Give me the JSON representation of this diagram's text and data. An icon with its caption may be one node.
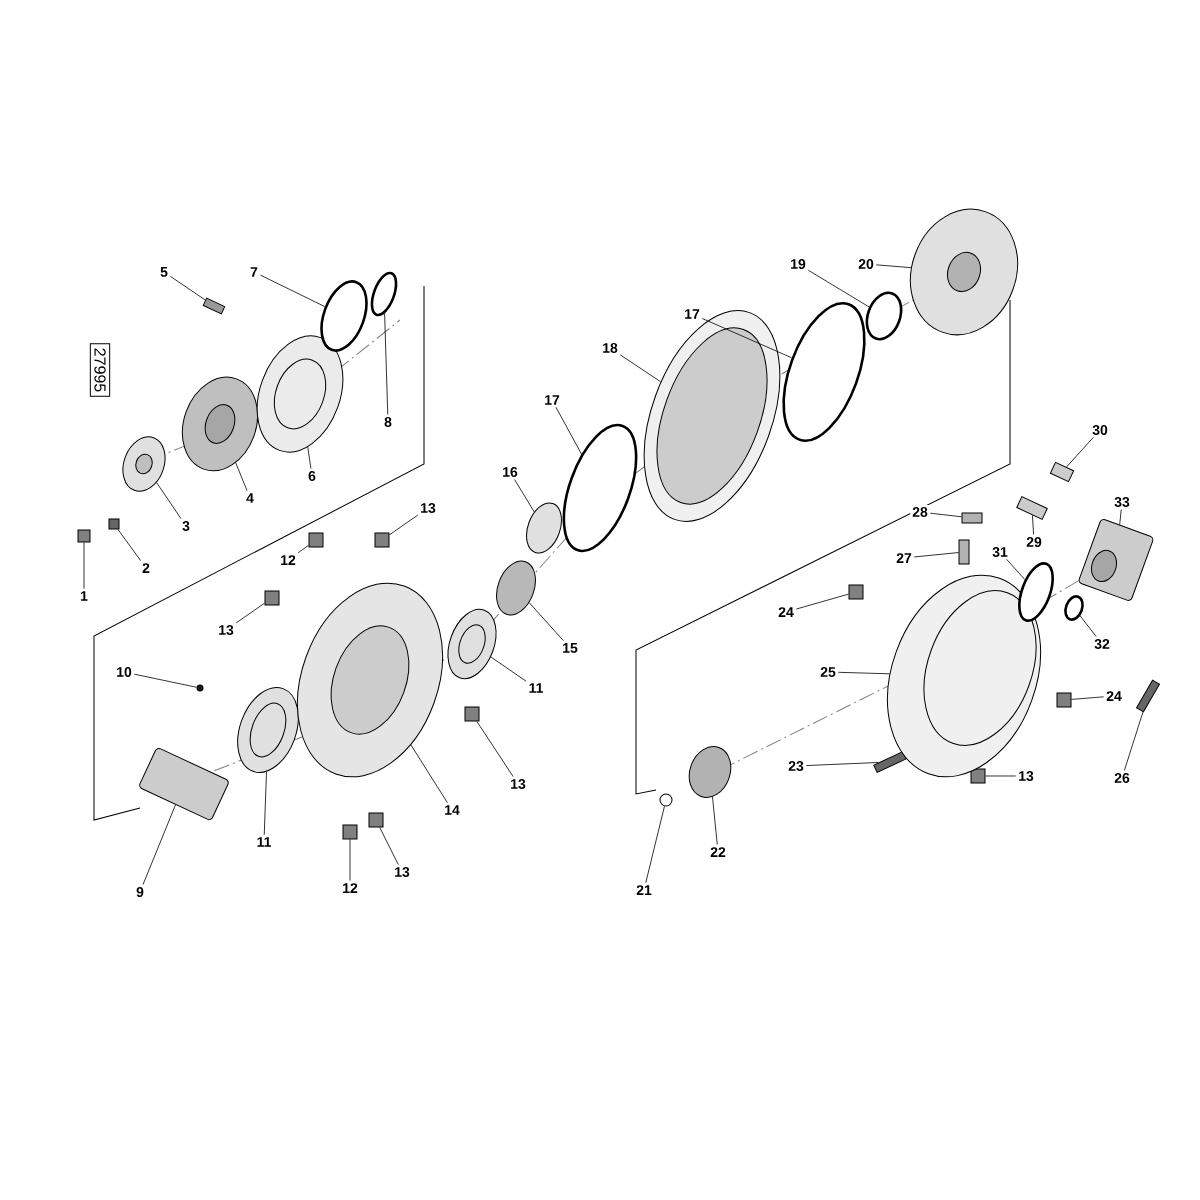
{
  "diagram": {
    "nodes": [
      {
        "text": [
          "27995"
        ]
      },
      {
        "text": [
          "1"
        ]
      },
      {
        "text": [
          "2"
        ]
      },
      {
        "text": [
          "3"
        ]
      },
      {
        "text": [
          "4"
        ]
      },
      {
        "text": [
          "5"
        ]
      },
      {
        "text": [
          "6"
        ]
      },
      {
        "text": [
          "7"
        ]
      },
      {
        "text": [
          "8"
        ]
      },
      {
        "text": [
          "9"
        ]
      },
      {
        "text": [
          "10"
        ]
      },
      {
        "text": [
          "11"
        ]
      },
      {
        "text": [
          "11"
        ]
      },
      {
        "text": [
          "12"
        ]
      },
      {
        "text": [
          "12"
        ]
      },
      {
        "text": [
          "13"
        ]
      },
      {
        "text": [
          "13"
        ]
      },
      {
        "text": [
          "13"
        ]
      },
      {
        "text": [
          "13"
        ]
      },
      {
        "text": [
          "13"
        ]
      },
      {
        "text": [
          "14"
        ]
      },
      {
        "text": [
          "15"
        ]
      },
      {
        "text": [
          "16"
        ]
      },
      {
        "text": [
          "17"
        ]
      },
      {
        "text": [
          "17"
        ]
      },
      {
        "text": [
          "18"
        ]
      },
      {
        "text": [
          "19"
        ]
      },
      {
        "text": [
          "20"
        ]
      },
      {
        "text": [
          "21"
        ]
      },
      {
        "text": [
          "22"
        ]
      },
      {
        "text": [
          "23"
        ]
      },
      {
        "text": [
          "24"
        ]
      },
      {
        "text": [
          "24"
        ]
      },
      {
        "text": [
          "25"
        ]
      },
      {
        "text": [
          "26"
        ]
      },
      {
        "text": [
          "27"
        ]
      },
      {
        "text": [
          "28"
        ]
      },
      {
        "text": [
          "29"
        ]
      },
      {
        "text": [
          "30"
        ]
      },
      {
        "text": [
          "31"
        ]
      },
      {
        "text": [
          "32"
        ]
      },
      {
        "text": [
          "33"
        ]
      },
      {
        "text": [],
        "shape": "bar"
      },
      {
        "text": [],
        "shape": "box"
      },
      {
        "text": [],
        "shape": "ellipse"
      },
      {
        "text": [],
        "shape": "ellipse"
      },
      {
        "text": [],
        "shape": "bar"
      },
      {
        "text": [],
        "shape": "ellipse"
      },
      {
        "text": [],
        "shape": "ring"
      },
      {
        "text": [],
        "shape": "ring"
      },
      {
        "text": [],
        "shape": "cylinder"
      },
      {
        "text": [],
        "shape": "circle"
      },
      {
        "text": [],
        "shape": "ellipse"
      },
      {
        "text": [],
        "shape": "ellipse"
      },
      {
        "text": [],
        "shape": "box"
      },
      {
        "text": [],
        "shape": "box"
      },
      {
        "text": [],
        "shape": "box"
      },
      {
        "text": [],
        "shape": "box"
      },
      {
        "text": [],
        "shape": "box"
      },
      {
        "text": [],
        "shape": "box"
      },
      {
        "text": [],
        "shape": "box"
      },
      {
        "text": [],
        "shape": "ellipse"
      },
      {
        "text": [],
        "shape": "ellipse"
      },
      {
        "text": [],
        "shape": "ellipse"
      },
      {
        "text": [],
        "shape": "ring"
      },
      {
        "text": [],
        "shape": "ring"
      },
      {
        "text": [],
        "shape": "ellipse"
      },
      {
        "text": [],
        "shape": "ring"
      },
      {
        "text": [],
        "shape": "ellipse"
      },
      {
        "text": [],
        "shape": "circle"
      },
      {
        "text": [],
        "shape": "ellipse"
      },
      {
        "text": [],
        "shape": "bar"
      },
      {
        "text": [],
        "shape": "box"
      },
      {
        "text": [],
        "shape": "box"
      },
      {
        "text": [],
        "shape": "ellipse"
      },
      {
        "text": [],
        "shape": "bar"
      },
      {
        "text": [],
        "shape": "bar"
      },
      {
        "text": [],
        "shape": "bar"
      },
      {
        "text": [],
        "shape": "bar"
      },
      {
        "text": [],
        "shape": "bar"
      },
      {
        "text": [],
        "shape": "ring"
      },
      {
        "text": [],
        "shape": "ring"
      },
      {
        "text": [],
        "shape": "cylinder"
      }
    ],
    "edges": [
      {
        "from": 1,
        "to": 42,
        "arrow": "none"
      },
      {
        "from": 2,
        "to": 43,
        "arrow": "none"
      },
      {
        "from": 3,
        "to": 44,
        "arrow": "none"
      },
      {
        "from": 4,
        "to": 45,
        "arrow": "none"
      },
      {
        "from": 5,
        "to": 46,
        "arrow": "none"
      },
      {
        "from": 6,
        "to": 47,
        "arrow": "none"
      },
      {
        "from": 7,
        "to": 48,
        "arrow": "none"
      },
      {
        "from": 8,
        "to": 49,
        "arrow": "none"
      },
      {
        "from": 9,
        "to": 50,
        "arrow": "none"
      },
      {
        "from": 10,
        "to": 51,
        "arrow": "none"
      },
      {
        "from": 11,
        "to": 52,
        "arrow": "none"
      },
      {
        "from": 12,
        "to": 53,
        "arrow": "none"
      },
      {
        "from": 13,
        "to": 54,
        "arrow": "none"
      },
      {
        "from": 14,
        "to": 55,
        "arrow": "none"
      },
      {
        "from": 15,
        "to": 56,
        "arrow": "none"
      },
      {
        "from": 16,
        "to": 57,
        "arrow": "none"
      },
      {
        "from": 17,
        "to": 58,
        "arrow": "none"
      },
      {
        "from": 18,
        "to": 59,
        "arrow": "none"
      },
      {
        "from": 19,
        "to": 60,
        "arrow": "none"
      },
      {
        "from": 20,
        "to": 61,
        "arrow": "none"
      },
      {
        "from": 21,
        "to": 62,
        "arrow": "none"
      },
      {
        "from": 22,
        "to": 63,
        "arrow": "none"
      },
      {
        "from": 23,
        "to": 64,
        "arrow": "none"
      },
      {
        "from": 24,
        "to": 65,
        "arrow": "none"
      },
      {
        "from": 25,
        "to": 66,
        "arrow": "none"
      },
      {
        "from": 26,
        "to": 67,
        "arrow": "none"
      },
      {
        "from": 27,
        "to": 68,
        "arrow": "none"
      },
      {
        "from": 28,
        "to": 69,
        "arrow": "none"
      },
      {
        "from": 29,
        "to": 70,
        "arrow": "none"
      },
      {
        "from": 30,
        "to": 71,
        "arrow": "none"
      },
      {
        "from": 31,
        "to": 72,
        "arrow": "none"
      },
      {
        "from": 32,
        "to": 73,
        "arrow": "none"
      },
      {
        "from": 33,
        "to": 74,
        "arrow": "none"
      },
      {
        "from": 34,
        "to": 75,
        "arrow": "none"
      },
      {
        "from": 35,
        "to": 76,
        "arrow": "none"
      },
      {
        "from": 36,
        "to": 77,
        "arrow": "none"
      },
      {
        "from": 37,
        "to": 78,
        "arrow": "none"
      },
      {
        "from": 38,
        "to": 79,
        "arrow": "none"
      },
      {
        "from": 39,
        "to": 80,
        "arrow": "none"
      },
      {
        "from": 40,
        "to": 81,
        "arrow": "none"
      },
      {
        "from": 41,
        "to": 82,
        "arrow": "none"
      }
    ]
  }
}
